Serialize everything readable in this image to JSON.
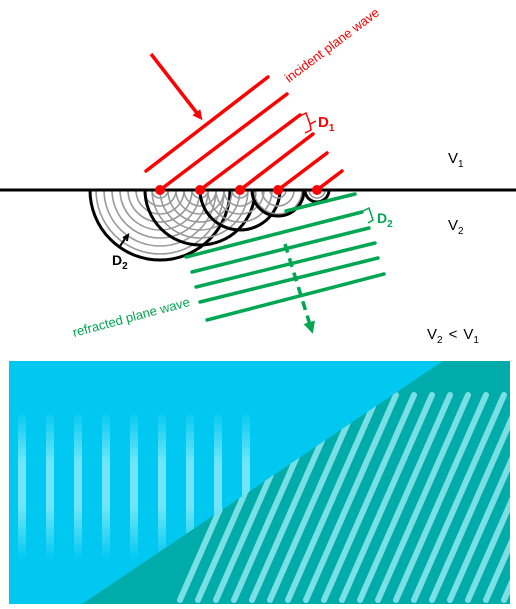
{
  "labels": {
    "incident": "incident plane wave",
    "refracted": "refracted plane wave",
    "d1": "D",
    "d1_sub": "1",
    "d2_green": "D",
    "d2_green_sub": "2",
    "d2_black": "D",
    "d2_black_sub": "2",
    "v1": "V",
    "v1_sub": "1",
    "v2": "V",
    "v2_sub": "2",
    "rel_left": "V",
    "rel_left_sub": "2",
    "rel_op": "<",
    "rel_right": "V",
    "rel_right_sub": "1"
  },
  "colors": {
    "incident": "#ff0000",
    "refracted": "#00a651",
    "interface": "#000000",
    "wavelet_light": "#999999",
    "wavelet_dark": "#000000",
    "sim_medium1": "#00c8f0",
    "sim_medium2": "#00aca9",
    "sim_crest": "#aef6ff"
  }
}
